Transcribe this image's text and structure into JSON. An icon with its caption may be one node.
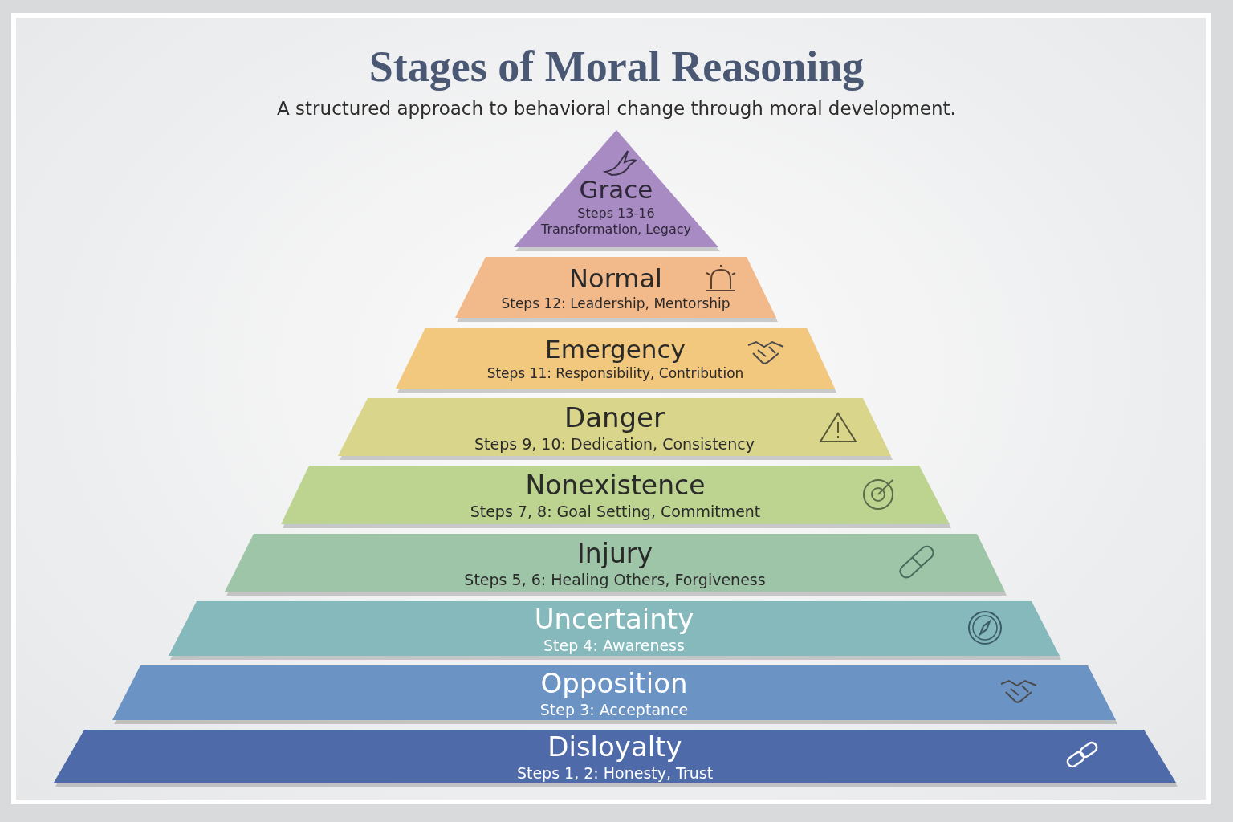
{
  "diagram": {
    "title": "Stages of Moral Reasoning",
    "nodes": [
      {
        "text": [
          "Grace",
          "Steps 13-16 Transformation, Legacy"
        ]
      },
      {
        "text": [
          "Normal",
          "Steps 12: Leadership, Mentorship"
        ]
      },
      {
        "text": [
          "Emergency",
          "Steps 11: Responsibility, Contribution"
        ]
      },
      {
        "text": [
          "Danger",
          "Steps 9, 10: Dedication, Consistency"
        ]
      },
      {
        "text": [
          "Nonexistence",
          "Steps 7, 8: Goal Setting, Commitment"
        ]
      },
      {
        "text": [
          "Injury",
          "Steps 5, 6: Healing Others, Forgiveness"
        ]
      },
      {
        "text": [
          "Uncertainty",
          "Step 4: Awareness"
        ]
      },
      {
        "text": [
          "Opposition",
          "Step 3: Acceptance"
        ]
      },
      {
        "text": [
          "Disloyalty",
          "Steps 1, 2: Honesty, Trust"
        ]
      }
    ],
    "labels": [
      "A structured approach to behavioral change through moral development."
    ]
  }
}
